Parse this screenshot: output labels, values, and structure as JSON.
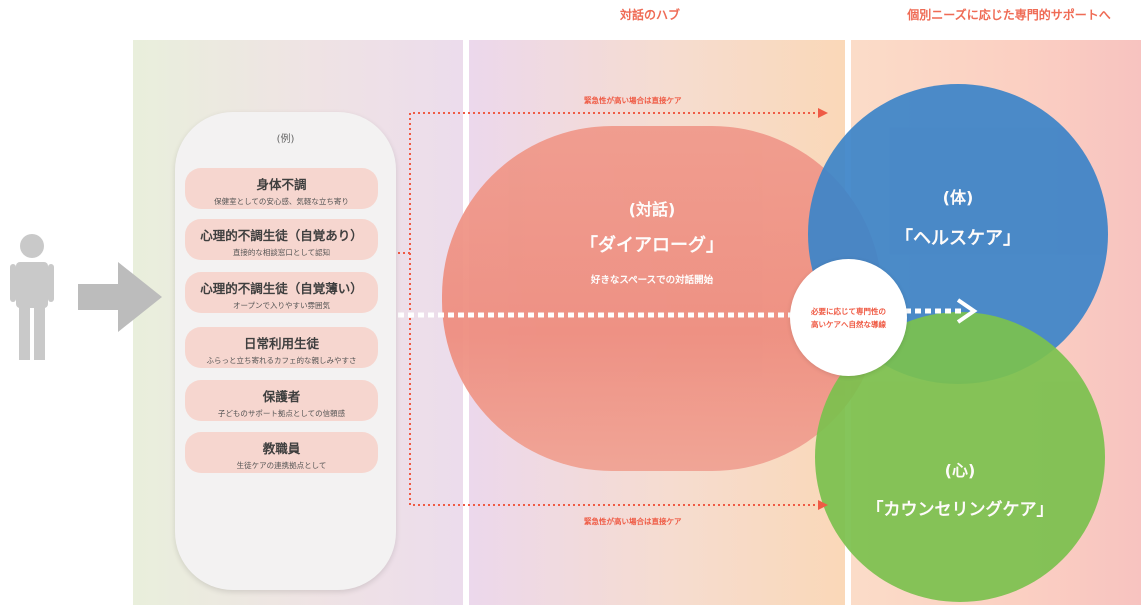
{
  "headers": {
    "hub": "対話のハブ",
    "specialist": "個別ニーズに応じた専門的サポートへ"
  },
  "colors": {
    "accent_red": "#ef5b45",
    "blue_circle": "#3d84c8",
    "green_circle": "#7bc14e",
    "dialogue": "#ef9383"
  },
  "icons": {
    "person": "person-icon",
    "arrow": "arrow-right-icon"
  },
  "users_panel": {
    "example_label": "(例)",
    "items": [
      {
        "title": "身体不調",
        "desc": "保健室としての安心感、気軽な立ち寄り"
      },
      {
        "title": "心理的不調生徒（自覚あり）",
        "desc": "直接的な相談窓口として認知"
      },
      {
        "title": "心理的不調生徒（自覚薄い）",
        "desc": "オープンで入りやすい雰囲気"
      },
      {
        "title": "日常利用生徒",
        "desc": "ふらっと立ち寄れるカフェ的な親しみやすさ"
      },
      {
        "title": "保護者",
        "desc": "子どものサポート拠点としての信頼感"
      },
      {
        "title": "教職員",
        "desc": "生徒ケアの連携拠点として"
      }
    ]
  },
  "dialogue": {
    "tag": "(対話)",
    "name": "「ダイアローグ」",
    "desc": "好きなスペースでの対話開始"
  },
  "health": {
    "tag": "(体)",
    "name": "「ヘルスケア」"
  },
  "counseling": {
    "tag": "(心)",
    "name": "「カウンセリングケア」"
  },
  "transition": {
    "line1": "必要に応じて専門性の",
    "line2": "高いケアへ自然な導線"
  },
  "urgent_top": "緊急性が高い場合は直接ケア",
  "urgent_bottom": "緊急性が高い場合は直接ケア"
}
